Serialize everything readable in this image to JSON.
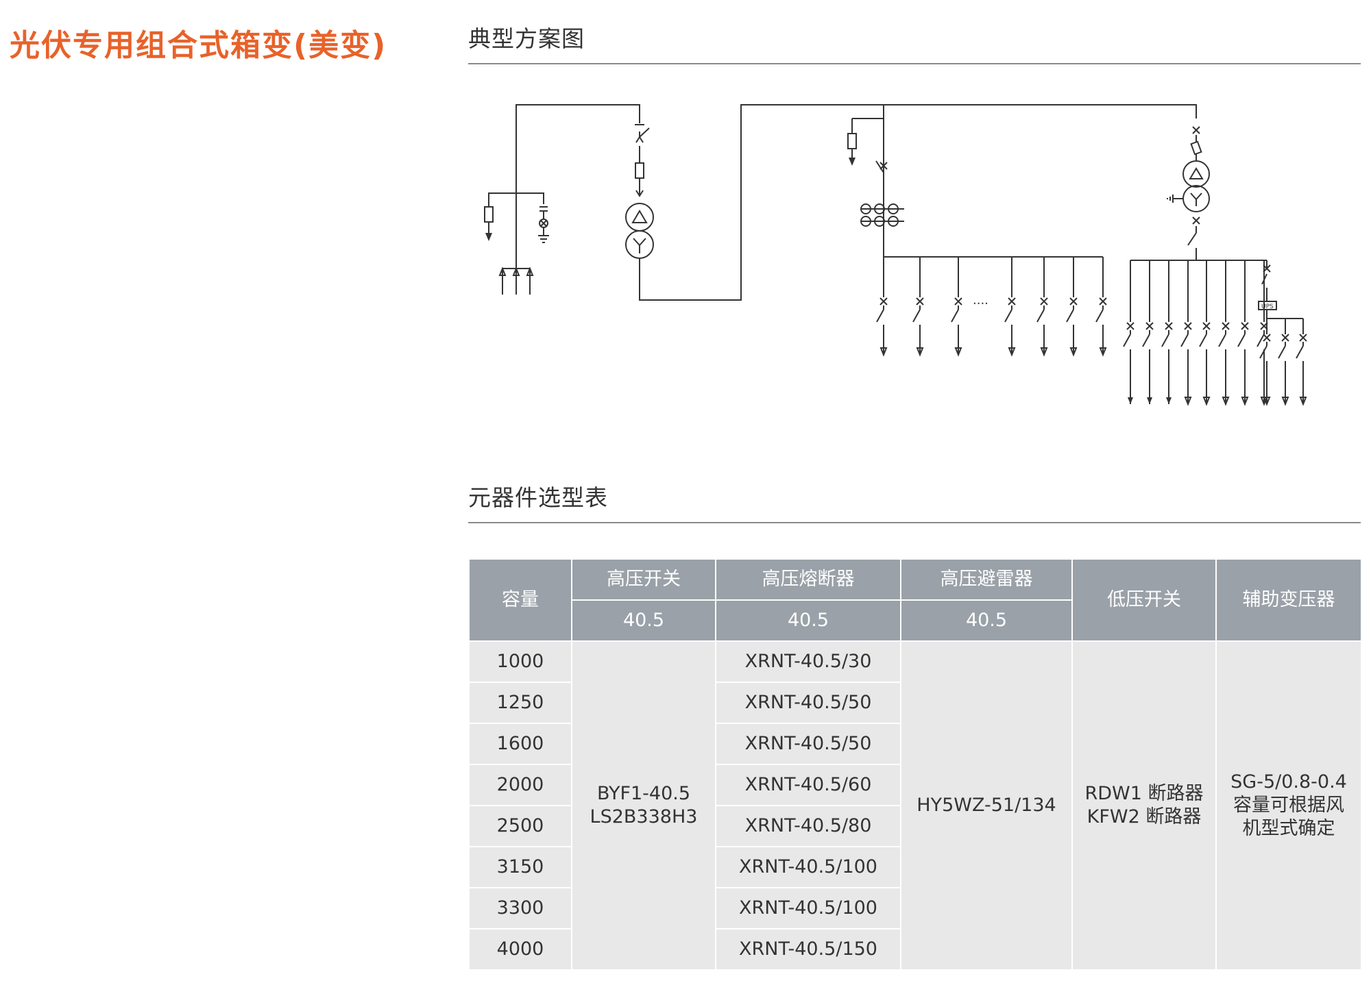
{
  "page_title": "光伏专用组合式箱变(美变)",
  "section_diagram": "典型方案图",
  "section_table": "元器件选型表",
  "diagram": {
    "ups_label": "UPS",
    "dots_label": "....",
    "icons": [
      "switch-icon",
      "fuse-icon",
      "transformer-icon",
      "arrester-icon",
      "current-transformer-icon",
      "ground-icon",
      "indicator-lamp-icon",
      "breaker-icon"
    ]
  },
  "table": {
    "headers": {
      "capacity": "容量",
      "hv_switch": "高压开关",
      "hv_fuse": "高压熔断器",
      "hv_arrester": "高压避雷器",
      "lv_switch": "低压开关",
      "aux_transformer": "辅助变压器"
    },
    "voltage": {
      "hv_switch": "40.5",
      "hv_fuse": "40.5",
      "hv_arrester": "40.5"
    },
    "capacities": [
      "1000",
      "1250",
      "1600",
      "2000",
      "2500",
      "3150",
      "3300",
      "4000"
    ],
    "fuses": [
      "XRNT-40.5/30",
      "XRNT-40.5/50",
      "XRNT-40.5/50",
      "XRNT-40.5/60",
      "XRNT-40.5/80",
      "XRNT-40.5/100",
      "XRNT-40.5/100",
      "XRNT-40.5/150"
    ],
    "hv_switch_model": {
      "line1": "BYF1-40.5",
      "line2": "LS2B338H3"
    },
    "arrester_model": "HY5WZ-51/134",
    "lv_switch_model": {
      "line1": "RDW1 断路器",
      "line2": "KFW2 断路器"
    },
    "aux_transformer_model": {
      "line1": "SG-5/0.8-0.4",
      "line2": "容量可根据风",
      "line3": "机型式确定"
    }
  }
}
